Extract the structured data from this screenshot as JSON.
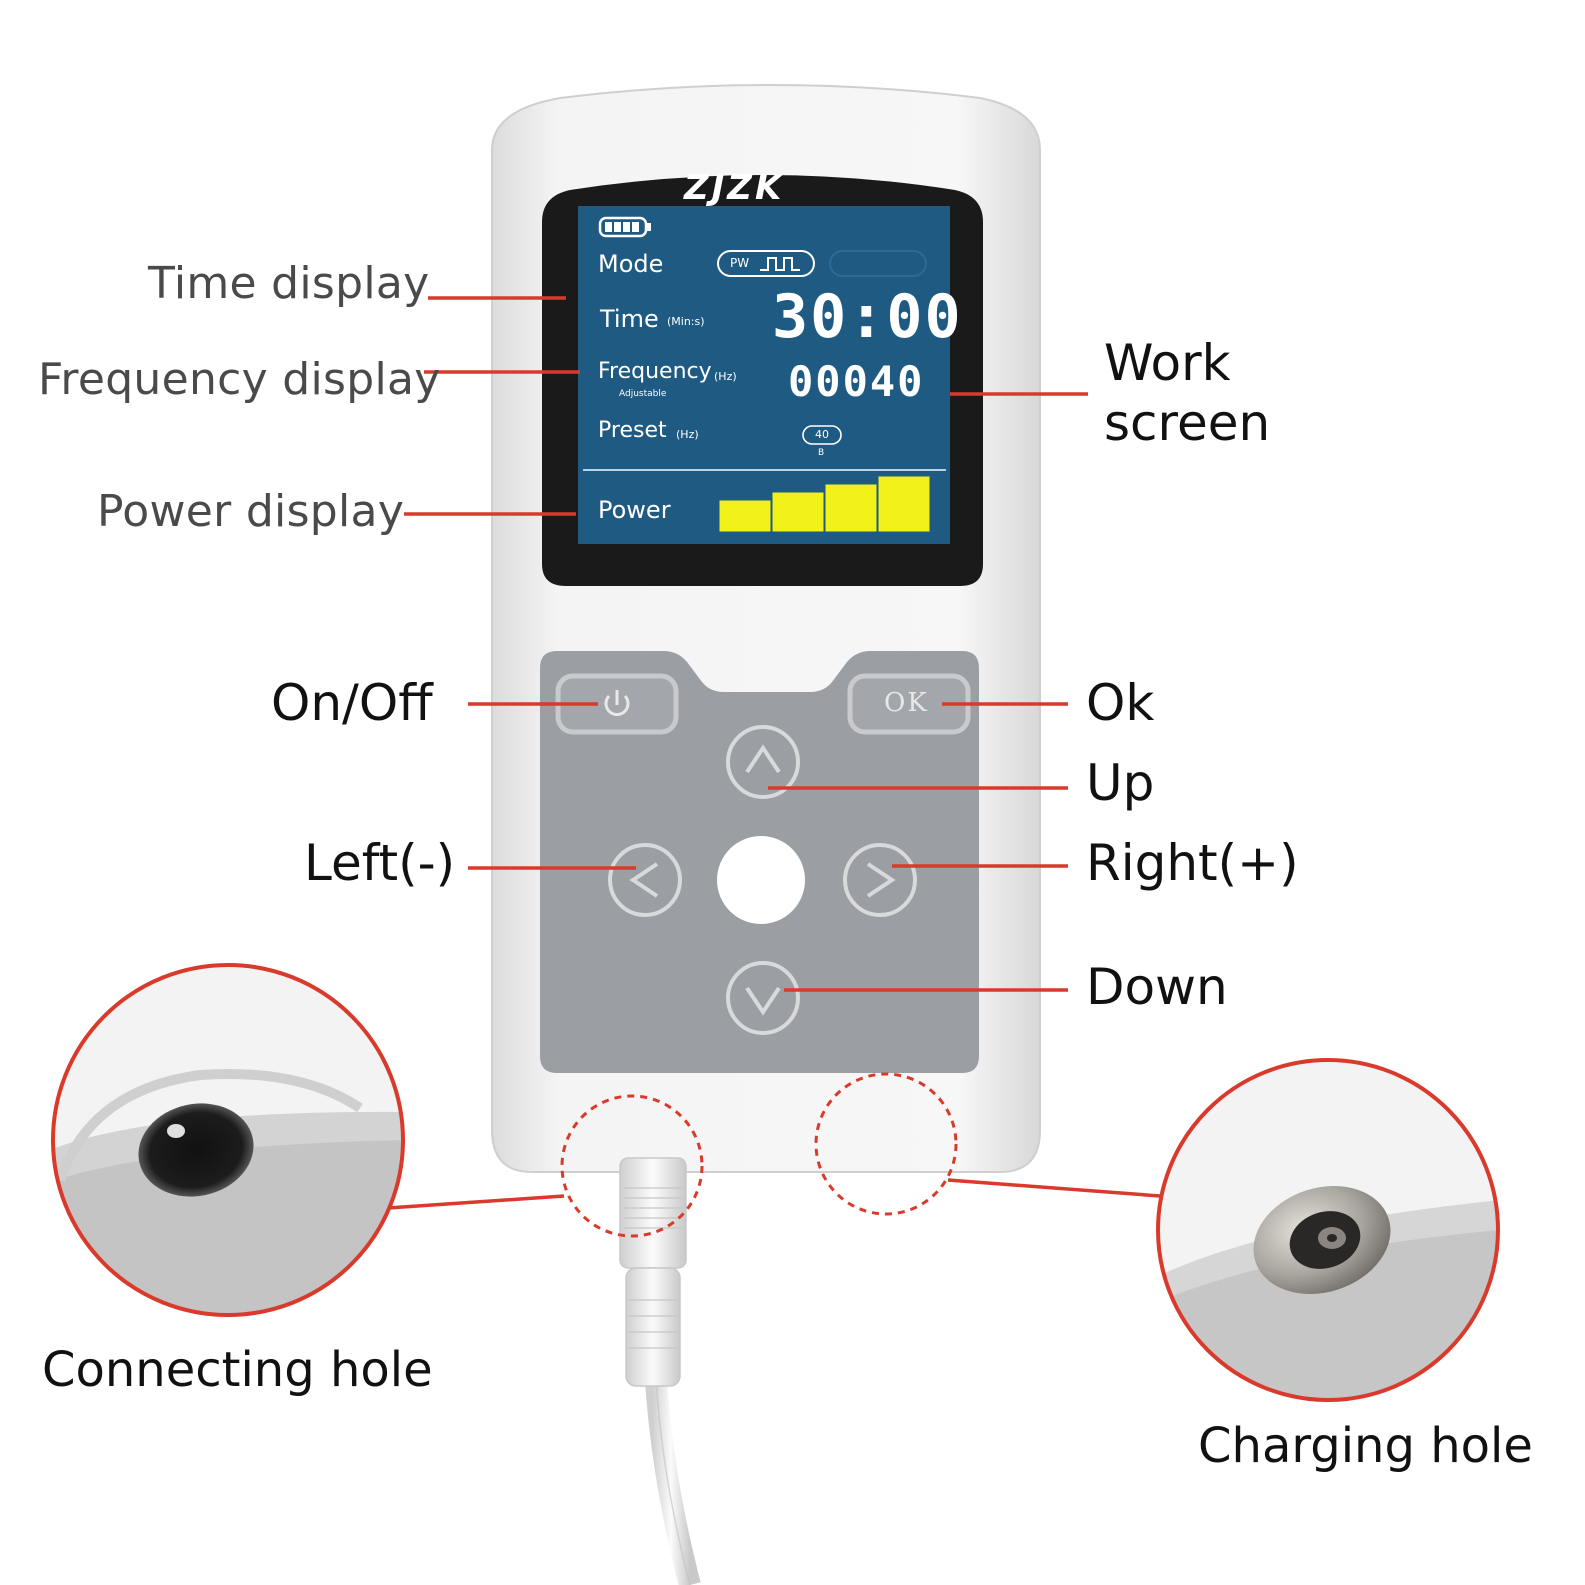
{
  "device": {
    "brand": "ZJZK",
    "screen": {
      "mode_label": "Mode",
      "mode_badge": "PW",
      "time_label": "Time",
      "time_unit": "(Min:s)",
      "time_value": "30:00",
      "frequency_label": "Frequency",
      "frequency_unit": "(Hz)",
      "frequency_note": "Adjustable",
      "frequency_value": "00040",
      "preset_label": "Preset",
      "preset_unit": "(Hz)",
      "preset_value": "40",
      "preset_sub": "B",
      "power_label": "Power",
      "power_level": 4,
      "power_max": 4
    },
    "keys": {
      "ok_label": "OK"
    }
  },
  "callouts": {
    "time_display": "Time display",
    "frequency_display": "Frequency display",
    "power_display": "Power display",
    "work_screen_1": "Work",
    "work_screen_2": "screen",
    "on_off": "On/Off",
    "ok": "Ok",
    "up": "Up",
    "left": "Left(-)",
    "right": "Right(+)",
    "down": "Down",
    "connecting_hole": "Connecting hole",
    "charging_hole": "Charging hole"
  },
  "colors": {
    "lcd_bg": "#1f5a82",
    "power_bar": "#f2f21a",
    "leader_line": "#d93a2b",
    "keypad": "#9b9ea3",
    "body": "#f1f1f1"
  }
}
